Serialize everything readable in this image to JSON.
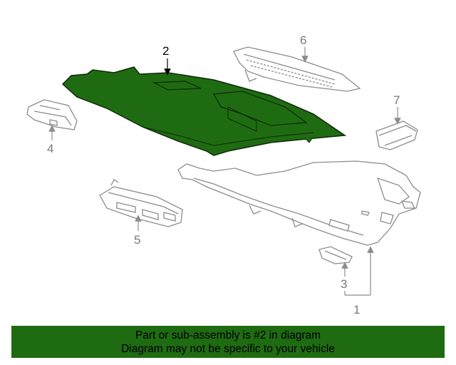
{
  "diagram": {
    "callouts": [
      {
        "label": "2",
        "part": "package-tray-trim",
        "highlighted": true
      },
      {
        "label": "6",
        "part": "upper-vent-grille",
        "highlighted": false
      },
      {
        "label": "4",
        "part": "side-bracket",
        "highlighted": false
      },
      {
        "label": "7",
        "part": "end-cap",
        "highlighted": false
      },
      {
        "label": "5",
        "part": "speaker-bracket",
        "highlighted": false
      },
      {
        "label": "3",
        "part": "clip",
        "highlighted": false
      },
      {
        "label": "1",
        "part": "support-panel",
        "highlighted": false
      }
    ],
    "colors": {
      "highlight_fill": "#1f6b12",
      "part_line": "#8c8c8c",
      "label_gray": "#7a7a7a",
      "label_black": "#000000"
    }
  },
  "banner": {
    "line1": "Part or sub-assembly is #2 in diagram",
    "line2": "Diagram may not be specific to your vehicle",
    "background": "#1f6b12"
  }
}
